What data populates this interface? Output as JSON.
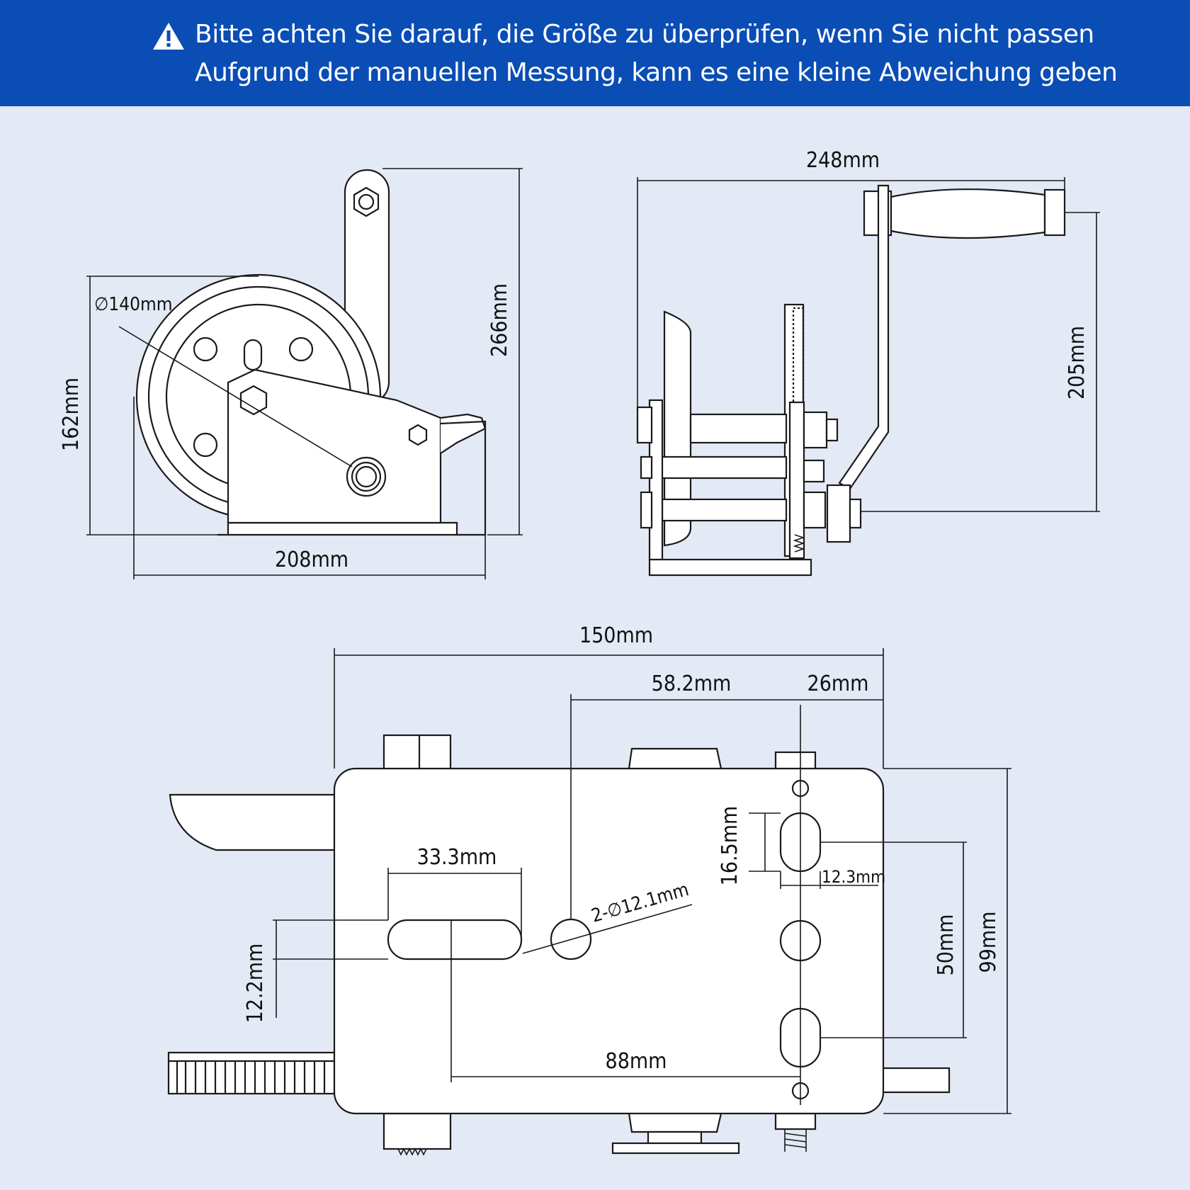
{
  "banner": {
    "icon": "warning-triangle-icon",
    "line1": "Bitte achten Sie darauf, die Größe zu überprüfen, wenn Sie nicht passen",
    "line2": "Aufgrund der manuellen Messung, kann es eine kleine Abweichung geben",
    "background": "#0a4db5",
    "text_color": "#ffffff"
  },
  "side_view": {
    "diameter": "∅140mm",
    "height_total": "266mm",
    "height_drum": "162mm",
    "width": "208mm"
  },
  "front_view": {
    "width": "248mm",
    "handle_height": "205mm"
  },
  "top_view": {
    "total_width": "150mm",
    "hole_offset": "58.2mm",
    "edge_offset": "26mm",
    "slot_length": "33.3mm",
    "slot_width": "12.2mm",
    "hole_diameter": "2-∅12.1mm",
    "slot_height": "16.5mm",
    "slot_width_right": "12.3mm",
    "slot_spacing": "50mm",
    "plate_depth": "99mm",
    "slot_distance": "88mm"
  }
}
